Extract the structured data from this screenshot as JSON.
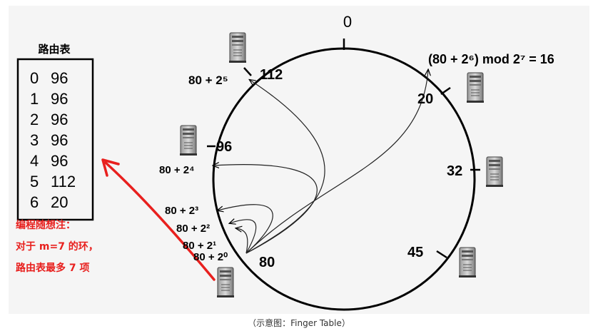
{
  "table": {
    "title": "路由表",
    "rows": [
      {
        "index": "0",
        "node": "96"
      },
      {
        "index": "1",
        "node": "96"
      },
      {
        "index": "2",
        "node": "96"
      },
      {
        "index": "3",
        "node": "96"
      },
      {
        "index": "4",
        "node": "96"
      },
      {
        "index": "5",
        "node": "112"
      },
      {
        "index": "6",
        "node": "20"
      }
    ]
  },
  "ring": {
    "top_label": "0",
    "nodes": {
      "n112": "112",
      "n20": "20",
      "n96": "96",
      "n32": "32",
      "n45": "45",
      "n80": "80"
    },
    "formula": "(80 + 2⁶) mod 2⁷ = 16",
    "fingers": {
      "f5": "80 + 2⁵",
      "f4": "80 + 2⁴",
      "f3": "80 + 2³",
      "f2": "80 + 2²",
      "f1": "80 + 2¹",
      "f0": "80 + 2⁰"
    }
  },
  "note": {
    "line1": "编程随想注：",
    "line2": "对于 m=7 的环，",
    "line3": "路由表最多 7 项"
  },
  "caption": "（示意图：Finger Table）",
  "colors": {
    "annotation": "#e8201e",
    "ring": "#000000",
    "panel": "#f5f5f5"
  }
}
